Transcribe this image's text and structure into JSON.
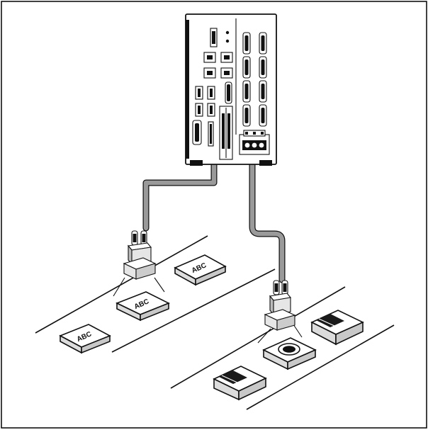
{
  "colors": {
    "background": "#ffffff",
    "frame": "#000000",
    "outline": "#111111",
    "cable": "#9a9a9a",
    "controller_body": "#ffffff",
    "controller_rail": "#000000",
    "box_top": "#ffffff",
    "box_side": "#dcdcdc",
    "camera_body": "#e6e6e6",
    "dark_mark": "#1a1a1a"
  },
  "icons": {
    "controller": "vision-controller-icon",
    "camera": "smart-camera-icon",
    "package": "package-box-icon"
  },
  "labels": {
    "abc_1": "ABC",
    "abc_2": "ABC",
    "abc_3": "ABC"
  }
}
